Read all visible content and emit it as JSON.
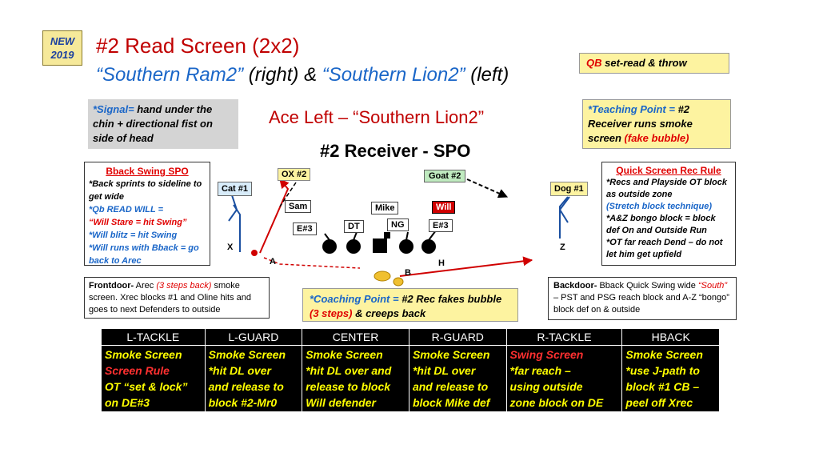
{
  "badge": {
    "line1": "NEW",
    "line2": "2019"
  },
  "title": {
    "line1": "#2 Read Screen (2x2)",
    "line2_a": "“Southern Ram2”",
    "line2_b": " (right) & ",
    "line2_c": "“Southern Lion2”",
    "line2_d": " (left)"
  },
  "qb_box": {
    "qb": "QB",
    "text": " set-read & throw"
  },
  "signal": {
    "label": "*Signal=",
    "text": " hand under the chin + directional fist on side of head"
  },
  "formation": "Ace Left – “Southern Lion2”",
  "receiver": "#2 Receiver - SPO",
  "teaching": {
    "label": "*Teaching Point =",
    "text1": " #2 Receiver runs smoke screen ",
    "text2": "(fake bubble)"
  },
  "bback": {
    "header": "Bback Swing SPO",
    "l1": "*Back sprints to sideline to get wide",
    "l2": "*Qb READ WILL =",
    "l3": "“Will Stare = hit Swing”",
    "l4": "*Will blitz = hit Swing",
    "l5": "*Will runs with Bback = go back to Arec"
  },
  "quick": {
    "header": "Quick Screen Rec Rule",
    "l1": "*Recs and Playside OT block as outside zone",
    "l2": "(Stretch block technique)",
    "l3": "*A&Z bongo block = block def On and Outside Run",
    "l4": "*OT far reach Dend – do not let him get upfield"
  },
  "frontdoor": {
    "label": "Frontdoor-",
    "a": " Arec ",
    "b": "(3 steps back)",
    "c": " smoke screen.  Xrec blocks #1 and Oline hits and goes to next Defenders to outside"
  },
  "coaching": {
    "label": "*Coaching Point =",
    "a": " #2 Rec fakes bubble ",
    "b": "(3 steps)",
    "c": " & creeps back"
  },
  "backdoor": {
    "label": "Backdoor-",
    "a": " Bback Quick Swing wide ",
    "b": "“South”",
    "c": " – PST and PSG reach block and A-Z “bongo” block def on & outside"
  },
  "defense": {
    "ox": "OX #2",
    "goat": "Goat #2",
    "cat": "Cat #1",
    "dog": "Dog #1",
    "sam": "Sam",
    "mike": "Mike",
    "will": "Will",
    "e3l": "E#3",
    "dt": "DT",
    "ng": "NG",
    "e3r": "E#3"
  },
  "offense": {
    "x": "X",
    "z": "Z",
    "a": "A",
    "b": "B",
    "h": "H"
  },
  "table": {
    "headers": [
      "L-TACKLE",
      "L-GUARD",
      "CENTER",
      "R-GUARD",
      "R-TACKLE",
      "HBACK"
    ],
    "ltackle": [
      "Smoke Screen",
      "Screen Rule",
      "OT “set & lock”",
      "on DE#3"
    ],
    "lguard": [
      "Smoke Screen",
      "*hit DL over",
      "and release to",
      "block #2-Mr0"
    ],
    "center": [
      "Smoke Screen",
      "*hit DL over and",
      "release to block",
      "Will defender"
    ],
    "rguard": [
      "Smoke Screen",
      "*hit DL over",
      "and release to",
      "block Mike def"
    ],
    "rtackle": [
      "Swing Screen",
      "*far reach –",
      "using outside",
      "zone block on DE"
    ],
    "hback": [
      "Smoke Screen",
      "*use J-path to",
      "block #1 CB –",
      "peel off Xrec"
    ]
  }
}
